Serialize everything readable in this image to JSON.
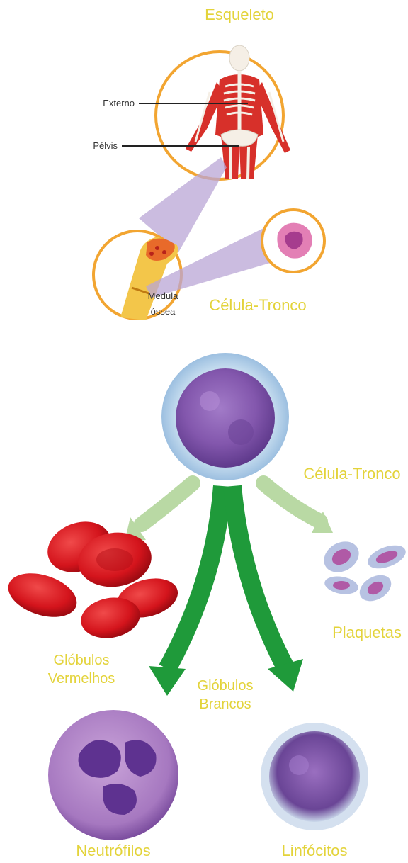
{
  "labels": {
    "skeleton": "Esqueleto",
    "sternum": "Externo",
    "pelvis": "Pélvis",
    "marrow_line1": "Medula",
    "marrow_line2": "óssea",
    "stem_cell_top": "Célula-Tronco",
    "stem_cell_main": "Célula-Tronco",
    "red_cells_line1": "Glóbulos",
    "red_cells_line2": "Vermelhos",
    "platelets": "Plaquetas",
    "white_cells_line1": "Glóbulos",
    "white_cells_line2": "Brancos",
    "neutrophils": "Neutrófilos",
    "lymphocytes": "Linfócitos"
  },
  "colors": {
    "label_yellow": "#e3d33a",
    "circle_orange": "#f2a531",
    "arrow_green": "#1f9a3a",
    "arrow_pale_green": "#b9d9a4",
    "zoom_purple": "#b9a6d6",
    "red_cell": "#d8141c",
    "cell_purple": "#7d4fa6"
  },
  "icons": [
    "skeleton-figure",
    "bone-marrow",
    "stem-cell",
    "red-blood-cells",
    "platelets",
    "neutrophil",
    "lymphocyte"
  ]
}
